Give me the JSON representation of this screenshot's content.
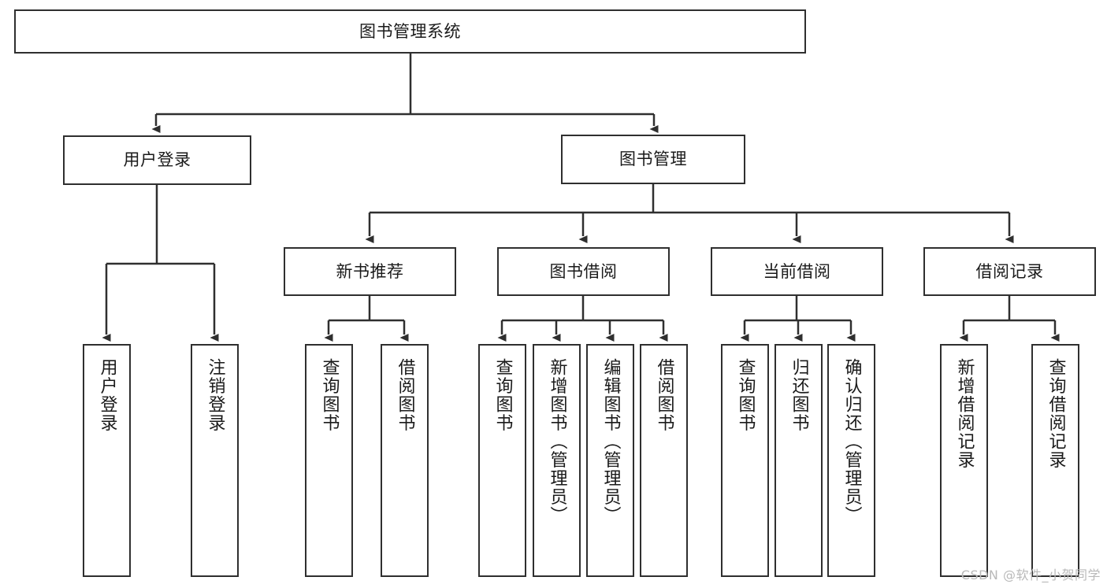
{
  "diagram": {
    "title": "图书管理系统",
    "watermark": "CSDN @软件_小贺同学",
    "style": {
      "stroke_color": "#2f2f2f",
      "fill_color": "#ffffff",
      "background": "#ffffff",
      "watermark_color": "#b9b9b9"
    },
    "root": {
      "label": "图书管理系统"
    },
    "level2": [
      {
        "label": "用户登录"
      },
      {
        "label": "图书管理"
      }
    ],
    "level3": [
      {
        "label": "新书推荐"
      },
      {
        "label": "图书借阅"
      },
      {
        "label": "当前借阅"
      },
      {
        "label": "借阅记录"
      }
    ],
    "leaves": [
      {
        "label": "用户登录",
        "parent": "用户登录"
      },
      {
        "label": "注销登录",
        "parent": "用户登录"
      },
      {
        "label": "查询图书",
        "parent": "新书推荐"
      },
      {
        "label": "借阅图书",
        "parent": "新书推荐"
      },
      {
        "label": "查询图书",
        "parent": "图书借阅"
      },
      {
        "label": "新增图书（管理员）",
        "parent": "图书借阅"
      },
      {
        "label": "编辑图书（管理员）",
        "parent": "图书借阅"
      },
      {
        "label": "借阅图书",
        "parent": "图书借阅"
      },
      {
        "label": "查询图书",
        "parent": "当前借阅"
      },
      {
        "label": "归还图书",
        "parent": "当前借阅"
      },
      {
        "label": "确认归还（管理员）",
        "parent": "当前借阅"
      },
      {
        "label": "新增借阅记录",
        "parent": "借阅记录"
      },
      {
        "label": "查询借阅记录",
        "parent": "借阅记录"
      }
    ]
  }
}
